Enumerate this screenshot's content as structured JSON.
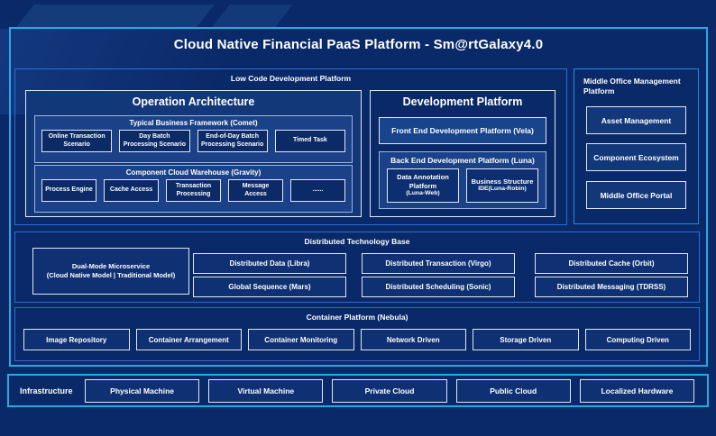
{
  "title": "Cloud Native Financial PaaS Platform - Sm@rtGalaxy4.0",
  "colors": {
    "background": "#0A2968",
    "accent_cyan": "#29A9E2",
    "panel_border_blue": "#2F6ED2",
    "box_fill": "#0F3174",
    "subpanel_fill": "#1B4288",
    "text": "#FFFFFF"
  },
  "low_code": {
    "label": "Low Code Development Platform",
    "operation_architecture": {
      "title": "Operation Architecture",
      "comet": {
        "label": "Typical Business Framework (Comet)",
        "items": [
          "Online Transaction Scenario",
          "Day Batch Processing Scenario",
          "End-of-Day Batch Processing Scenario",
          "Timed Task"
        ]
      },
      "gravity": {
        "label": "Component Cloud Warehouse (Gravity)",
        "items": [
          "Process Engine",
          "Cache Access",
          "Transaction Processing",
          "Message Access",
          "......"
        ]
      }
    },
    "development_platform": {
      "title": "Development Platform",
      "front_end": "Front End Development Platform (Vela)",
      "back_end": {
        "label": "Back End Development Platform (Luna)",
        "items": [
          {
            "name": "Data Annotation Platform",
            "sub": "(Luna-Web)"
          },
          {
            "name": "Business Structure",
            "sub": "IDE(Luna-Robin)"
          }
        ]
      }
    }
  },
  "middle_office": {
    "label": "Middle Office Management Platform",
    "items": [
      "Asset Management",
      "Component Ecosystem",
      "Middle Office Portal"
    ]
  },
  "distributed": {
    "label": "Distributed Technology Base",
    "dual_mode": {
      "name": "Dual-Mode Microservice",
      "sub": "(Cloud Native Model | Traditional Model)"
    },
    "items": [
      "Distributed Data (Libra)",
      "Global Sequence (Mars)",
      "Distributed Transaction (Virgo)",
      "Distributed Scheduling (Sonic)",
      "Distributed Cache (Orbit)",
      "Distributed Messaging (TDRSS)"
    ]
  },
  "container_platform": {
    "label": "Container Platform (Nebula)",
    "items": [
      "Image Repository",
      "Container Arrangement",
      "Container Monitoring",
      "Network Driven",
      "Storage Driven",
      "Computing Driven"
    ]
  },
  "infrastructure": {
    "label": "Infrastructure",
    "items": [
      "Physical Machine",
      "Virtual Machine",
      "Private Cloud",
      "Public Cloud",
      "Localized Hardware"
    ]
  }
}
